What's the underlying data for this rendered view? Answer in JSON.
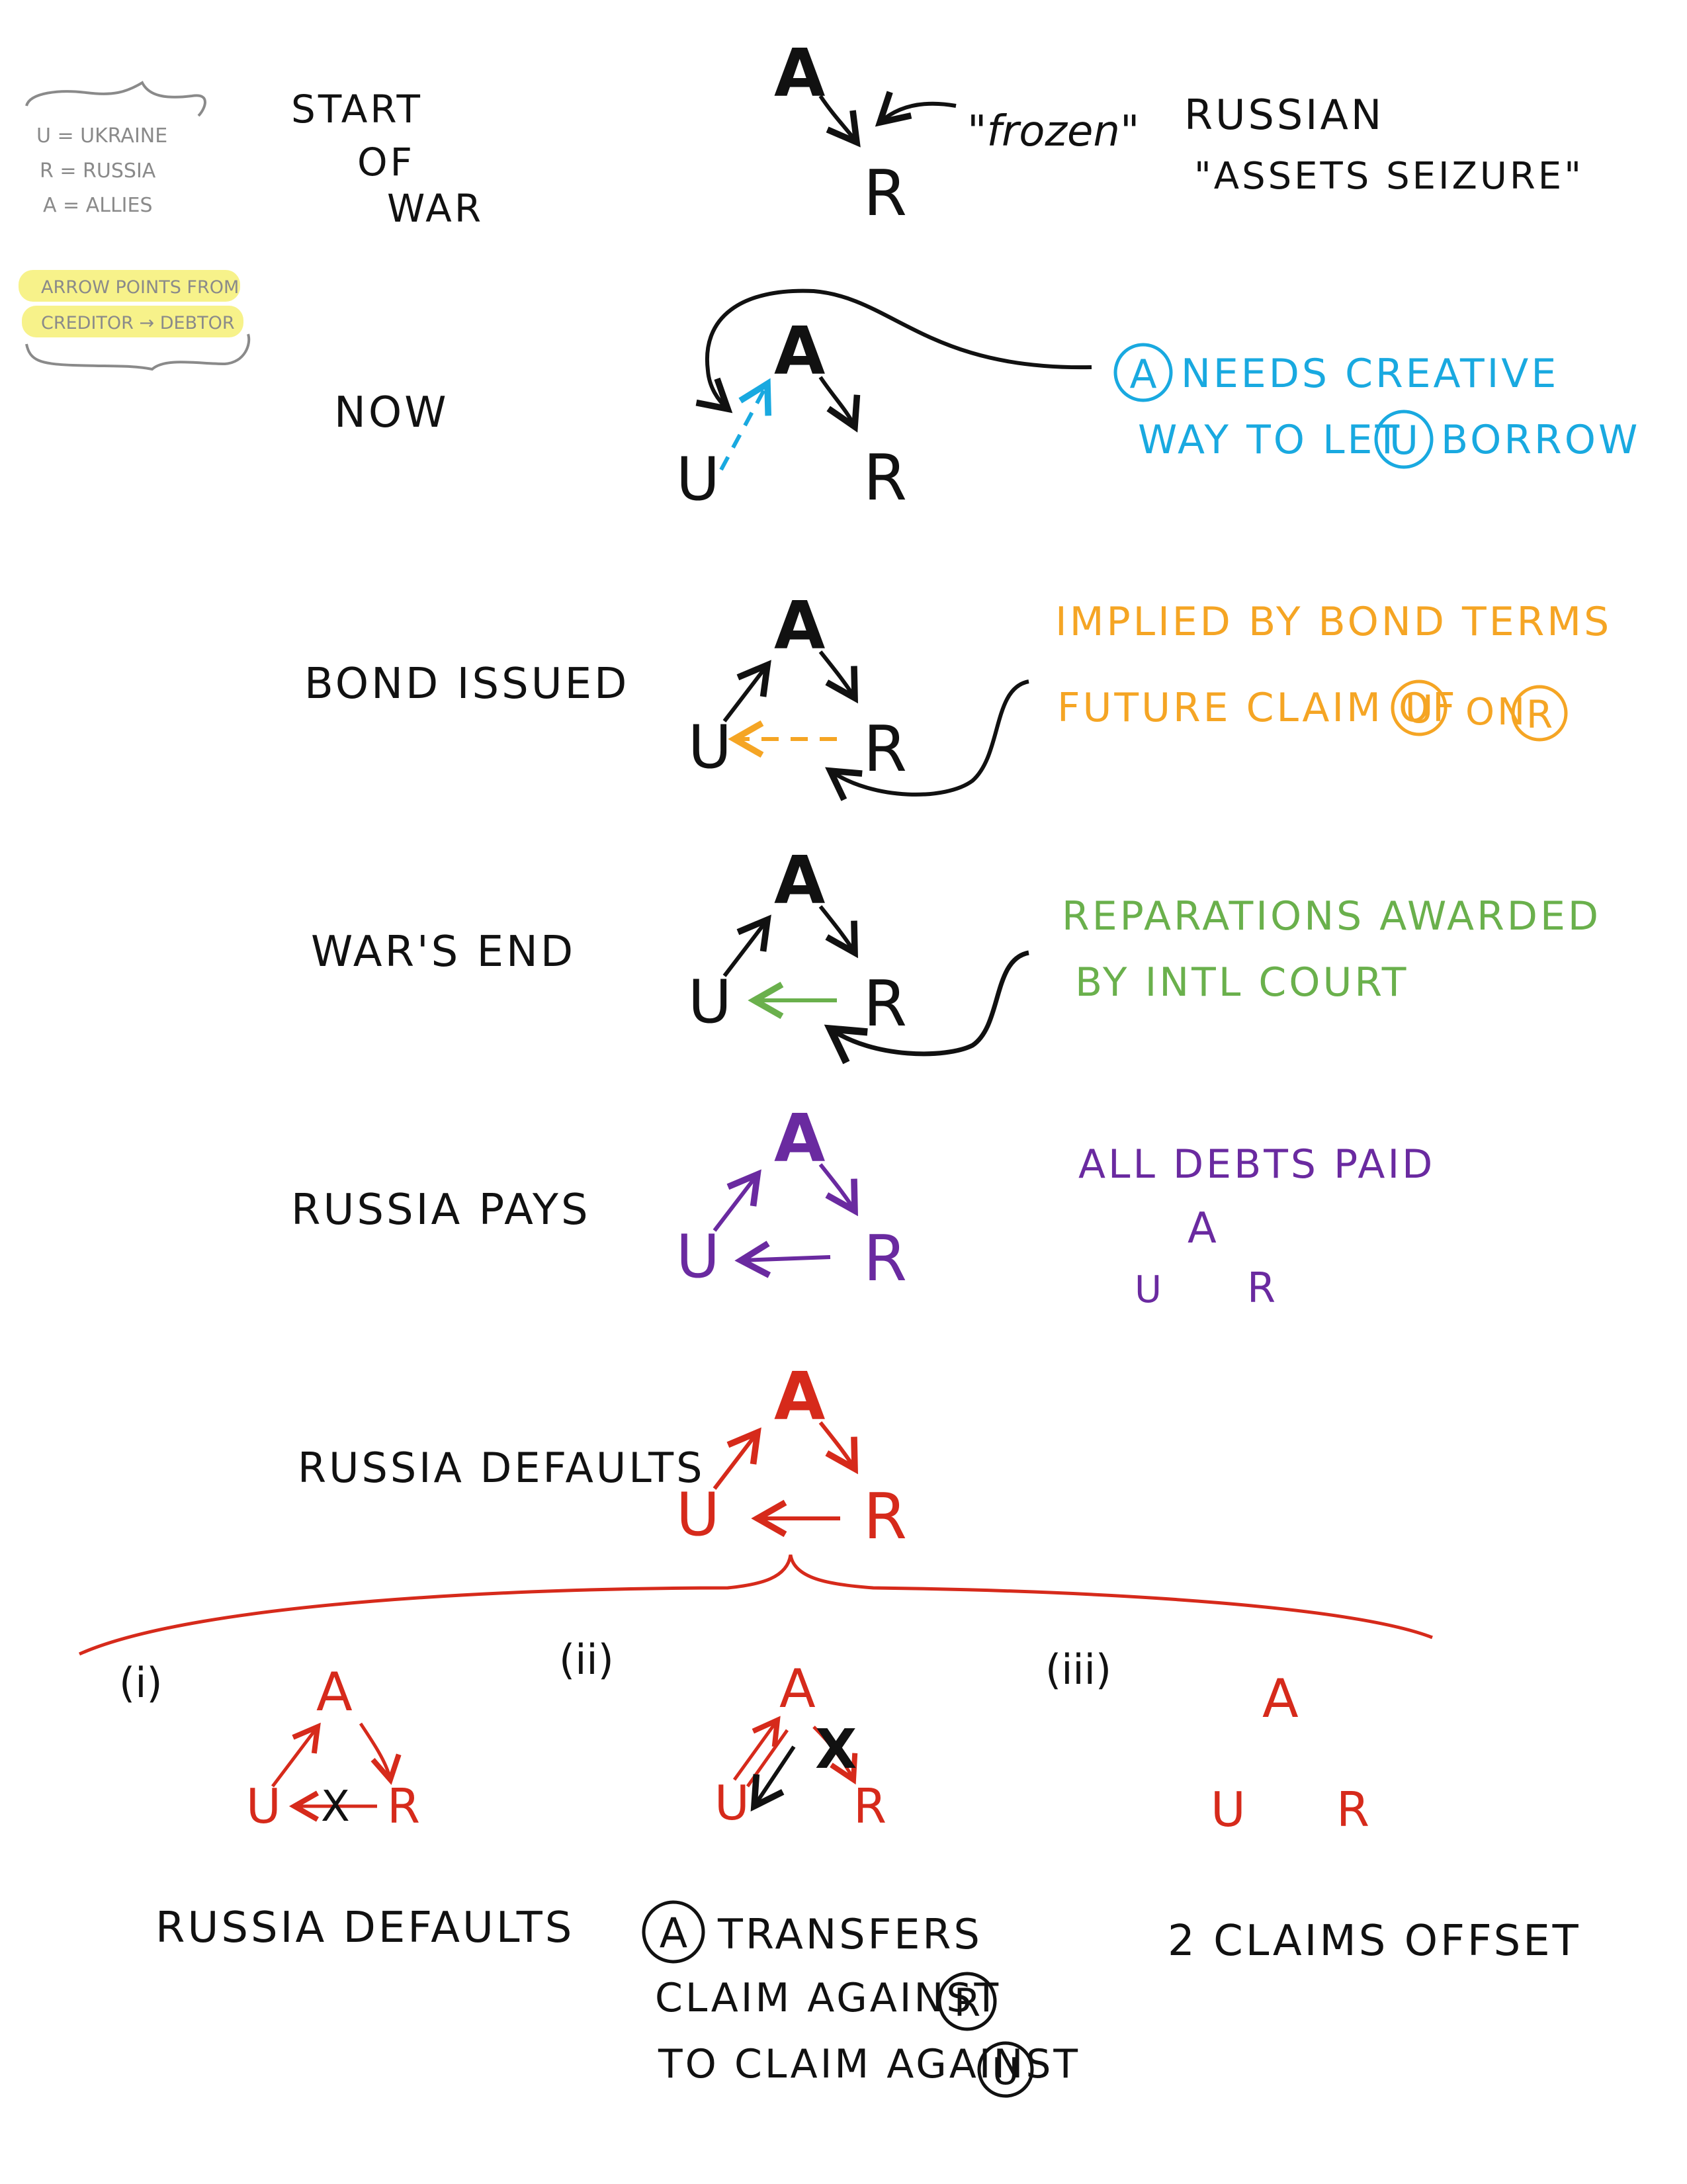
{
  "colors": {
    "ink": "#111111",
    "cyan": "#19a9e0",
    "orange": "#f5a524",
    "green": "#6ab04c",
    "purple": "#6a2aa0",
    "red": "#d62a1b",
    "legend_ink": "#8a8a8a",
    "highlight": "#f7f28a"
  },
  "legend": {
    "lines": [
      "U = UKRAINE",
      "R = RUSSIA",
      "A = ALLIES"
    ],
    "note_lines": [
      "ARROW POINTS FROM",
      "CREDITOR → DEBTOR"
    ]
  },
  "nodes": {
    "a": "A",
    "u": "U",
    "r": "R"
  },
  "stages": [
    {
      "label_lines": [
        "START",
        "OF",
        "WAR"
      ],
      "annotation": "\"frozen\"",
      "notes": [
        "RUSSIAN",
        "\"ASSETS SEIZURE\""
      ]
    },
    {
      "label_lines": [
        "NOW"
      ],
      "notes": [
        "NEEDS CREATIVE",
        "WAY TO LET",
        "BORROW"
      ]
    },
    {
      "label_lines": [
        "BOND ISSUED"
      ],
      "notes": [
        "IMPLIED BY BOND TERMS",
        "FUTURE CLAIM OF",
        "ON"
      ]
    },
    {
      "label_lines": [
        "WAR'S END"
      ],
      "notes": [
        "REPARATIONS AWARDED",
        "BY INTL COURT"
      ]
    },
    {
      "label_lines": [
        "RUSSIA PAYS"
      ],
      "notes": [
        "ALL DEBTS PAID"
      ]
    },
    {
      "label_lines": [
        "RUSSIA DEFAULTS"
      ]
    }
  ],
  "outcomes": [
    {
      "number": "(i)",
      "caption_lines": [
        "RUSSIA DEFAULTS"
      ]
    },
    {
      "number": "(ii)",
      "caption_lines": [
        "TRANSFERS",
        "CLAIM AGAINST",
        "TO CLAIM AGAINST"
      ]
    },
    {
      "number": "(iii)",
      "caption_lines": [
        "2 CLAIMS OFFSET"
      ]
    }
  ],
  "marks": {
    "cross": "X"
  }
}
